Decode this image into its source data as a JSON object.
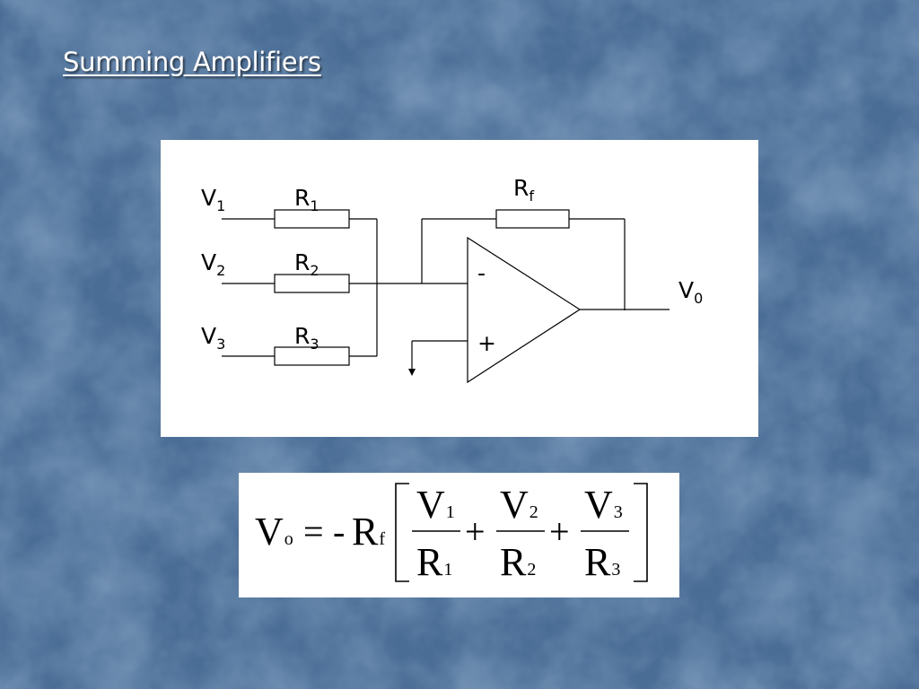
{
  "slide": {
    "title": "Summing Amplifiers"
  },
  "colors": {
    "background": "#4a6d96",
    "panel": "#ffffff",
    "title_text": "#ffffff"
  },
  "circuit": {
    "inputs": [
      {
        "voltage": "V",
        "voltage_sub": "1",
        "resistor": "R",
        "resistor_sub": "1"
      },
      {
        "voltage": "V",
        "voltage_sub": "2",
        "resistor": "R",
        "resistor_sub": "2"
      },
      {
        "voltage": "V",
        "voltage_sub": "3",
        "resistor": "R",
        "resistor_sub": "3"
      }
    ],
    "feedback": {
      "resistor": "R",
      "resistor_sub": "f"
    },
    "output": {
      "voltage": "V",
      "voltage_sub": "0"
    },
    "opamp": {
      "inverting": "-",
      "noninverting": "+"
    }
  },
  "formula": {
    "lhs": "V",
    "lhs_sub": "o",
    "equals": "=",
    "minus": "-",
    "gain": "R",
    "gain_sub": "f",
    "plus": "+",
    "terms": [
      {
        "num": "V",
        "num_sub": "1",
        "den": "R",
        "den_sub": "1"
      },
      {
        "num": "V",
        "num_sub": "2",
        "den": "R",
        "den_sub": "2"
      },
      {
        "num": "V",
        "num_sub": "3",
        "den": "R",
        "den_sub": "3"
      }
    ]
  }
}
